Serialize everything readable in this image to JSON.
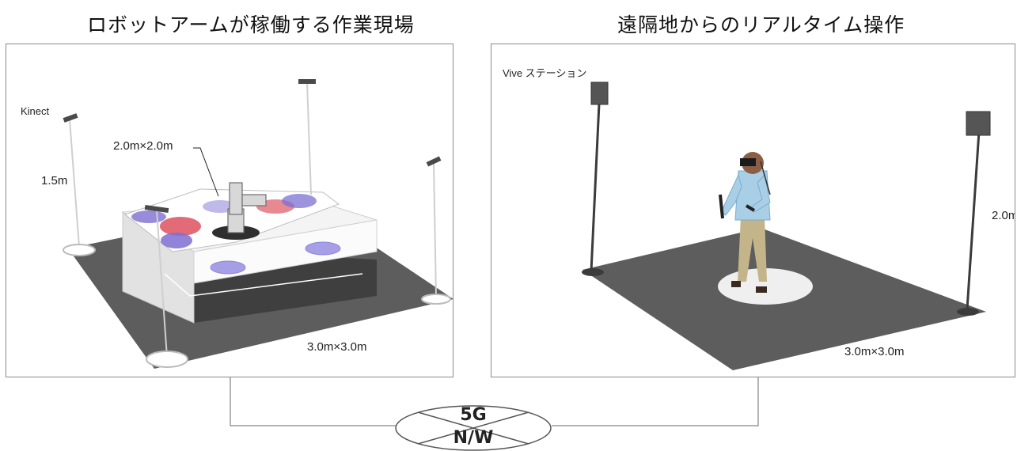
{
  "left_panel": {
    "title": "ロボットアームが稼働する作業現場",
    "kinect_label": "Kinect",
    "height_label": "1.5m",
    "table_size_label": "2.0m×2.0m",
    "floor_size_label": "3.0m×3.0m"
  },
  "right_panel": {
    "title": "遠隔地からのリアルタイム操作",
    "station_label": "Vive ステーション",
    "height_label": "2.0m",
    "floor_size_label": "3.0m×3.0m"
  },
  "network": {
    "line1": "5G",
    "line2": "N/W"
  },
  "colors": {
    "floor": "#5d5d5d",
    "panel_border": "#8a8a8a",
    "robot_pad": "#7e6fd1",
    "robot_accent": "#d83a4a",
    "shirt": "#a9cfe6",
    "trousers": "#c4b48a"
  }
}
